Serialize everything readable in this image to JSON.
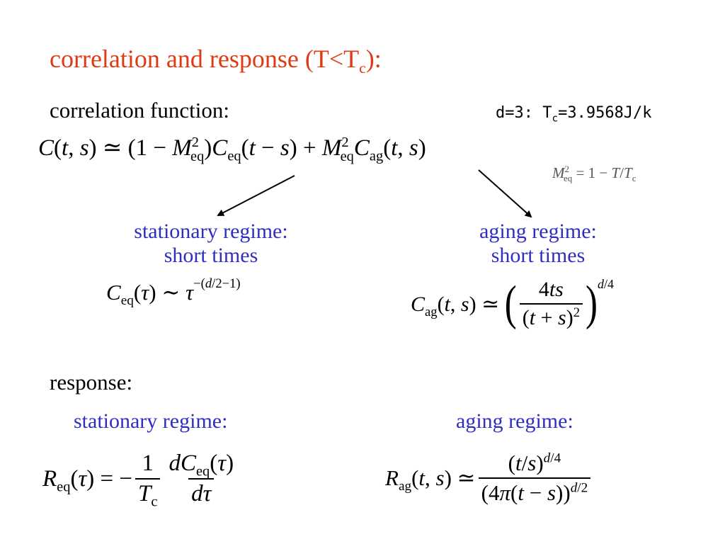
{
  "colors": {
    "title": "#e03a14",
    "blue": "#2f2fbf",
    "text": "#000000"
  },
  "title": {
    "main": "correlation and response (T<T",
    "sub": "c",
    "end": "):"
  },
  "correlation": {
    "heading": "correlation function:",
    "constants": {
      "prefix": "d=3: T",
      "sub": "c",
      "suffix": "=3.9568J/k"
    },
    "stationary": {
      "label": "stationary regime:",
      "times": "short times"
    },
    "aging": {
      "label": "aging regime:",
      "times": "short times"
    }
  },
  "response": {
    "heading": "response:",
    "stationary_label": "stationary regime:",
    "aging_label": "aging regime:"
  }
}
